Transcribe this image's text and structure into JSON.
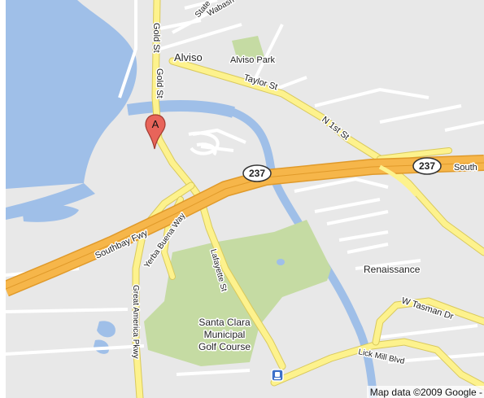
{
  "map": {
    "places": {
      "alviso": "Alviso",
      "alviso_park": "Alviso Park",
      "renaissance": "Renaissance",
      "golf_line1": "Santa Clara",
      "golf_line2": "Municipal",
      "golf_line3": "Golf Course"
    },
    "streets": {
      "gold_st_upper": "Gold St",
      "gold_st_lower": "Gold St",
      "taylor_st": "Taylor St",
      "n_1st_st": "N 1st St",
      "southbay_fwy": "Southbay Fwy",
      "south_fragment": "South",
      "yerba_buena_way": "Yerba Buena Way",
      "lafayette_st": "Lafayette St",
      "great_america_pkwy": "Great America Pkwy",
      "w_tasman_dr": "W Tasman Dr",
      "lick_mill_blvd": "Lick Mill Blvd",
      "state_fragment": "State",
      "wabash_fragment": "Wabash"
    },
    "shields": {
      "route_left": "237",
      "route_right": "237"
    },
    "marker": {
      "label": "A",
      "icon": "map-pin-icon",
      "color": "#e8645a"
    },
    "transit_icon": "rail-station-icon",
    "attribution": "Map data ©2009 Google -",
    "colors": {
      "land": "#e8e8e8",
      "water": "#9fbfe8",
      "park": "#c5dba3",
      "freeway": "#f6b64a",
      "arterial": "#fdf28d",
      "street": "#ffffff"
    }
  }
}
